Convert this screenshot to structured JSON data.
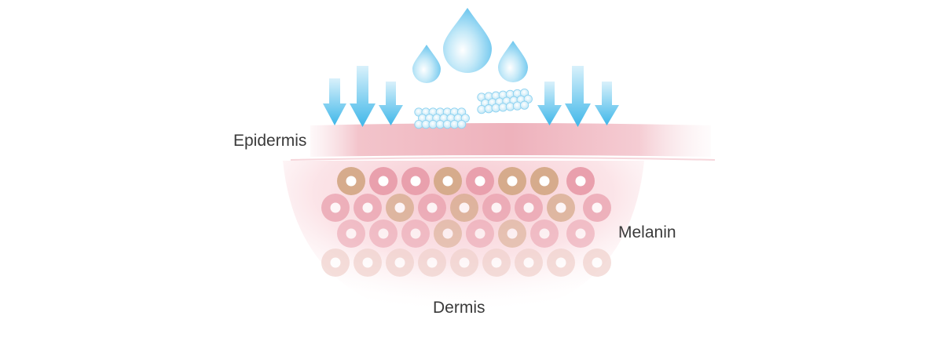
{
  "labels": {
    "epidermis": "Epidermis",
    "melanin": "Melanin",
    "dermis": "Dermis"
  },
  "icons": {
    "drops": [
      "water-drop-icon",
      "water-drop-icon",
      "water-drop-icon"
    ],
    "arrows": [
      "down-arrow-icon"
    ],
    "clusters": [
      "bubble-cluster-icon"
    ]
  },
  "colors": {
    "arrow": "#5fc8ef",
    "drop": "#8fd3f1",
    "epidermis": "#f2b9c1",
    "cell_pink": "#e9a0ad",
    "cell_tan": "#d6ab8c",
    "cell_pale": "#f0d1cc"
  }
}
